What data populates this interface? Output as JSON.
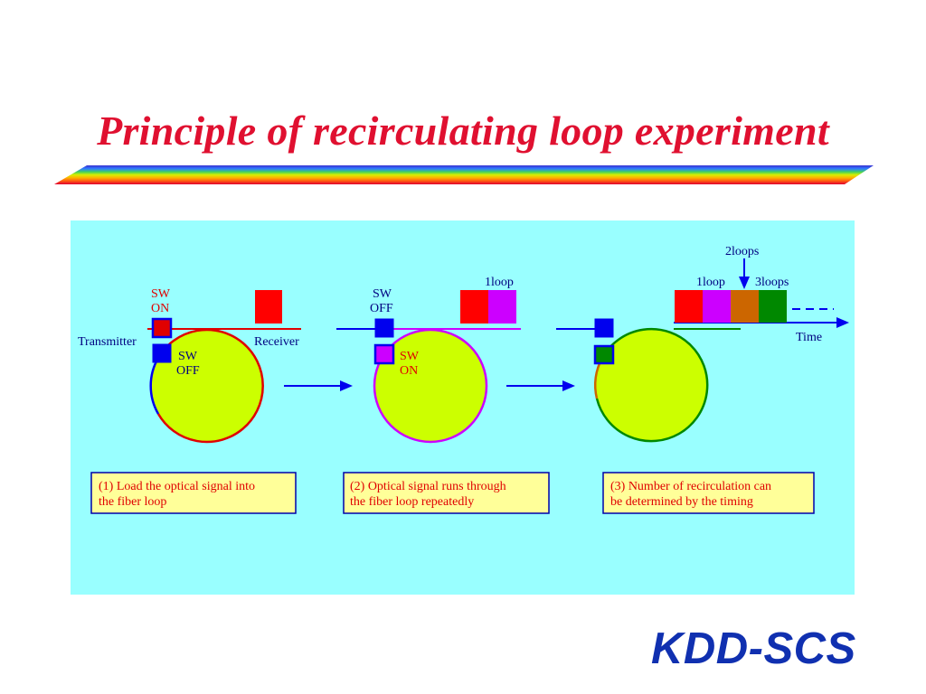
{
  "title": "Principle of recirculating loop experiment",
  "logo": "KDD-SCS",
  "stages": [
    {
      "sw_top": {
        "line1": "SW",
        "line2": "ON",
        "color": "#e00000"
      },
      "sw_bottom": {
        "line1": "SW",
        "line2": "OFF",
        "color": "#000080"
      },
      "label_left": "Transmitter",
      "label_right": "Receiver",
      "caption_line1": "(1) Load the optical signal into",
      "caption_line2": "the fiber loop"
    },
    {
      "sw_top": {
        "line1": "SW",
        "line2": "OFF",
        "color": "#000080"
      },
      "sw_bottom": {
        "line1": "SW",
        "line2": "ON",
        "color": "#e00000"
      },
      "pulse_label": "1loop",
      "caption_line1": "(2) Optical signal runs through",
      "caption_line2": "the fiber loop repeatedly"
    },
    {
      "pulse_labels": [
        "1loop",
        "2loops",
        "3loops"
      ],
      "axis_label": "Time",
      "caption_line1": "(3) Number of recirculation can",
      "caption_line2": "be determined by the timing"
    }
  ],
  "colors": {
    "title": "#e01030",
    "panel": "#99ffff",
    "loop_fill": "#ccff00",
    "caption_box": "#ffff99",
    "caption_text": "#e00000",
    "pulse_red": "#ff0000",
    "pulse_magenta": "#cc00ff",
    "pulse_orange": "#cc6600",
    "pulse_green": "#008800",
    "switch_blue": "#0000ee",
    "logo": "#1030b0"
  }
}
